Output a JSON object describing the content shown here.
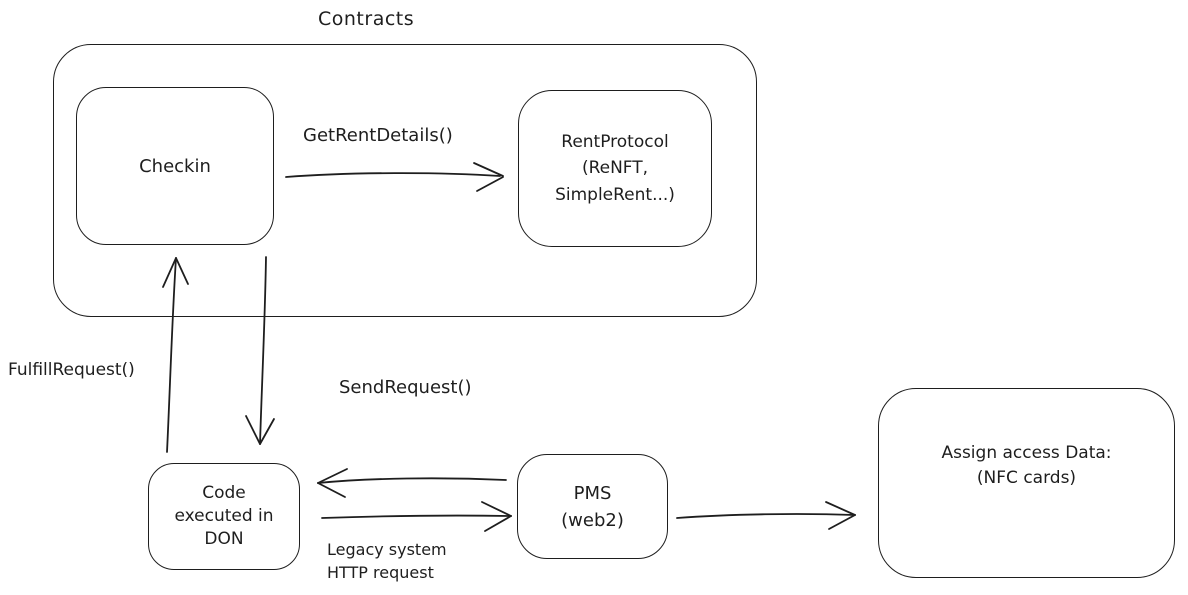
{
  "diagram": {
    "background_color": "#ffffff",
    "stroke_color": "#1e1e1e",
    "container": {
      "label": "Contracts"
    },
    "nodes": {
      "checkin": {
        "label": "Checkin"
      },
      "rent_protocol": {
        "label": "RentProtocol\n(ReNFT,\nSimpleRent...)"
      },
      "code_don": {
        "label": "Code\nexecuted in\nDON"
      },
      "pms": {
        "label": "PMS\n(web2)"
      },
      "assign_access": {
        "label": "Assign access Data:\n(NFC cards)"
      }
    },
    "edge_labels": {
      "get_rent_details": "GetRentDetails()",
      "fulfill_request": "FulfillRequest()",
      "send_request": "SendRequest()",
      "legacy_http": "Legacy system\nHTTP request"
    }
  }
}
